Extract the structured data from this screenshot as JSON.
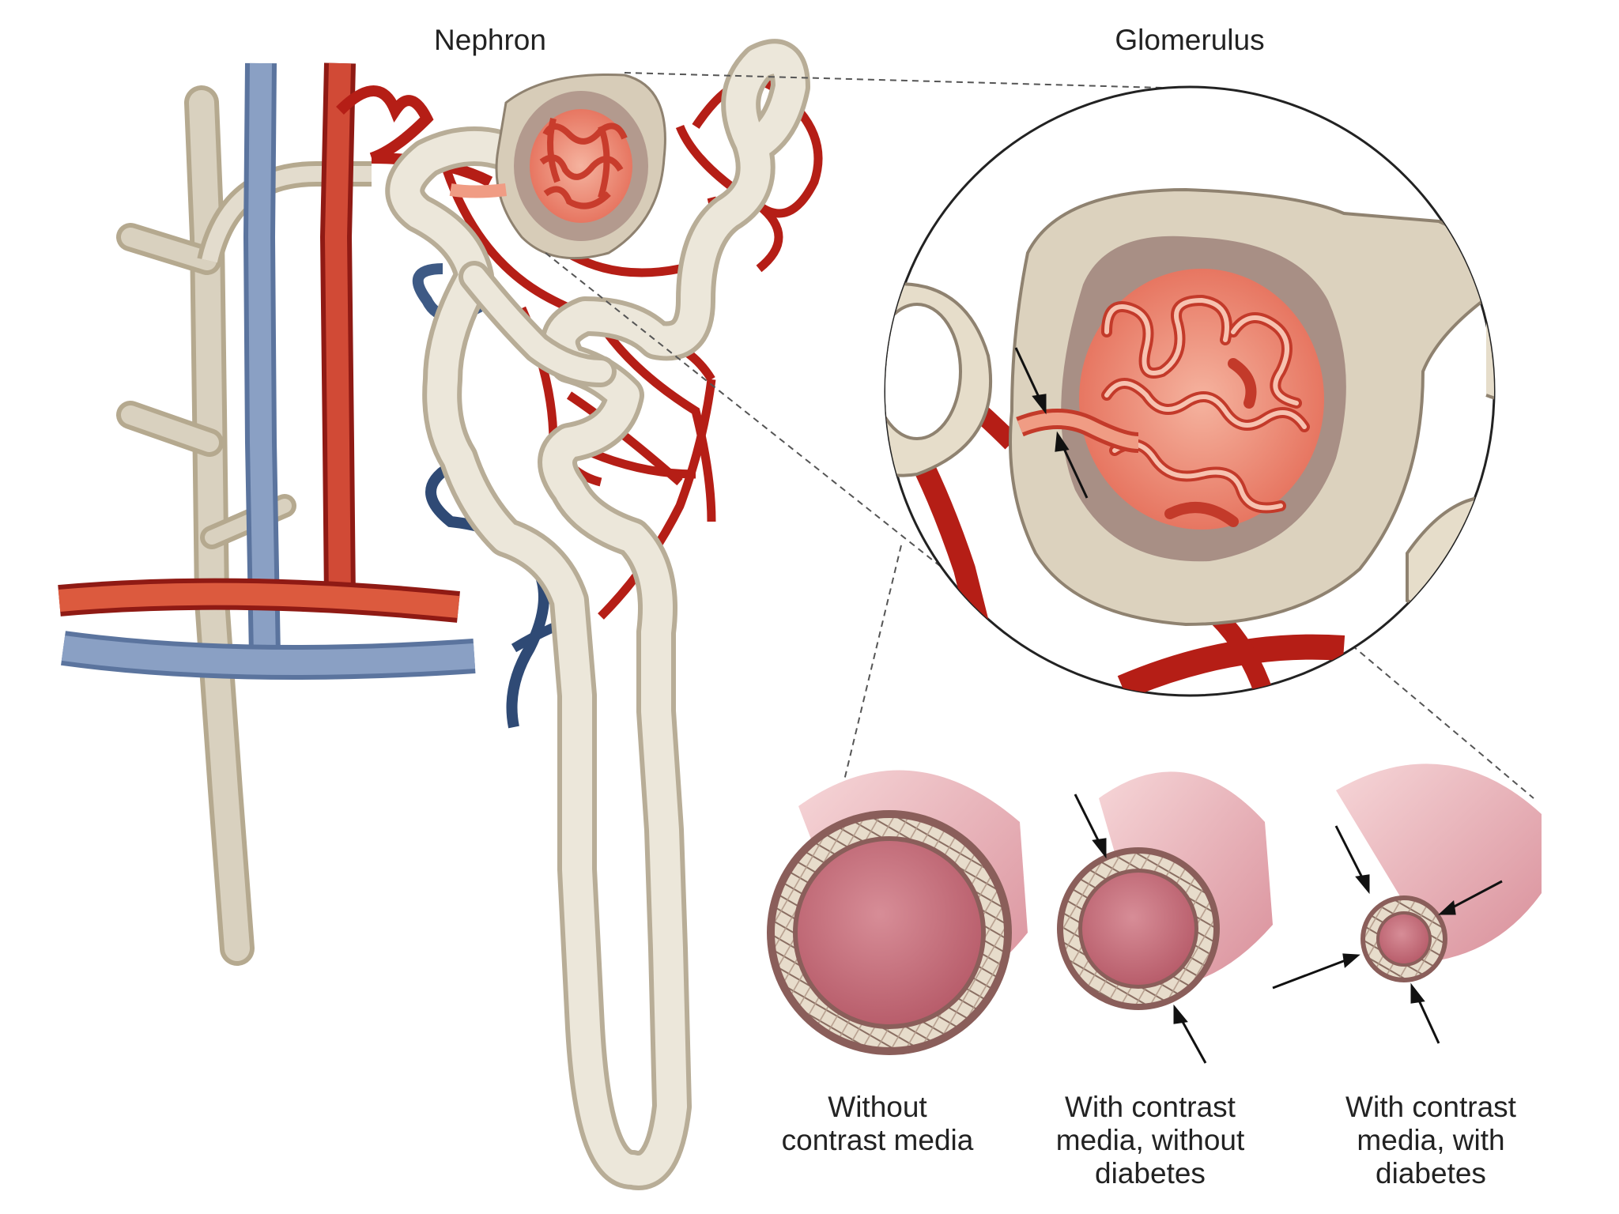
{
  "titles": {
    "nephron": "Nephron",
    "glomerulus": "Glomerulus"
  },
  "captions": [
    {
      "lines": [
        "Without",
        "contrast media"
      ]
    },
    {
      "lines": [
        "With contrast",
        "media, without",
        "diabetes"
      ]
    },
    {
      "lines": [
        "With contrast",
        "media, with",
        "diabetes"
      ]
    }
  ],
  "colors": {
    "artery": "#c8281f",
    "vein": "#7d95bb",
    "vein_dark": "#3e5a85",
    "tubule": "#ece7da",
    "tubule_outline": "#b8ad97",
    "collecting_duct": "#d8cfbd",
    "capsule": "#cdbfa8",
    "capsule_inner": "#a88f85",
    "capillary": "#f09c84",
    "vessel_lumen": "#c9707e",
    "vessel_outer": "#f0c8cc",
    "vessel_wall": "#8a5e5a"
  }
}
